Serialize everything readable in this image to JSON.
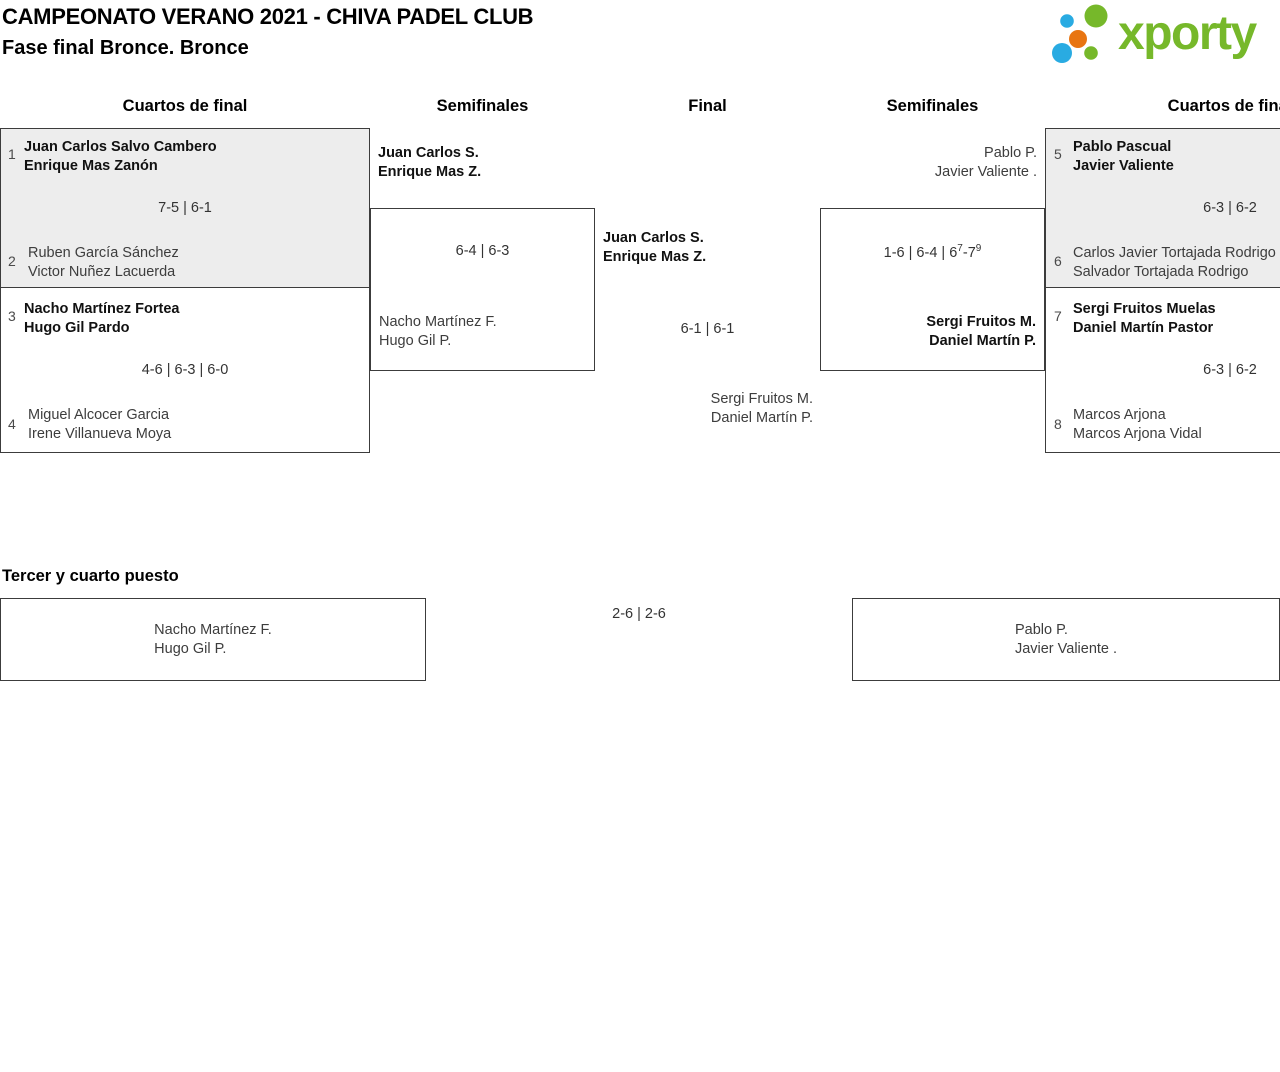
{
  "header": {
    "title": "CAMPEONATO VERANO 2021 - CHIVA PADEL CLUB",
    "subtitle": "Fase final Bronce. Bronce"
  },
  "logo": {
    "text": "xporty",
    "green": "#76b82a",
    "blue": "#29abe2",
    "orange": "#e87511"
  },
  "column_headers": {
    "qf_left": "Cuartos de final",
    "sf_left": "Semifinales",
    "final": "Final",
    "sf_right": "Semifinales",
    "qf_right": "Cuartos de final"
  },
  "quarterfinals_left": [
    {
      "seed_top": "1",
      "team_top": {
        "line1": "Juan Carlos Salvo Cambero",
        "line2": "Enrique Mas Zanón",
        "winner": true
      },
      "score": "7-5 | 6-1",
      "seed_bottom": "2",
      "team_bottom": {
        "line1": "Ruben García Sánchez",
        "line2": "Victor Nuñez Lacuerda",
        "winner": false
      }
    },
    {
      "seed_top": "3",
      "team_top": {
        "line1": "Nacho Martínez Fortea",
        "line2": "Hugo Gil Pardo",
        "winner": true
      },
      "score": "4-6 | 6-3 | 6-0",
      "seed_bottom": "4",
      "team_bottom": {
        "line1": "Miguel Alcocer Garcia",
        "line2": "Irene Villanueva Moya",
        "winner": false
      }
    }
  ],
  "quarterfinals_right": [
    {
      "seed_top": "5",
      "team_top": {
        "line1": "Pablo Pascual",
        "line2": "Javier Valiente",
        "winner": true
      },
      "score": "6-3 | 6-2",
      "seed_bottom": "6",
      "team_bottom": {
        "line1": "Carlos Javier Tortajada Rodrigo",
        "line2": "Salvador Tortajada Rodrigo",
        "winner": false
      }
    },
    {
      "seed_top": "7",
      "team_top": {
        "line1": "Sergi Fruitos Muelas",
        "line2": "Daniel Martín Pastor",
        "winner": true
      },
      "score": "6-3 | 6-2",
      "seed_bottom": "8",
      "team_bottom": {
        "line1": "Marcos Arjona",
        "line2": "Marcos Arjona Vidal",
        "winner": false
      }
    }
  ],
  "semifinal_left": {
    "team_top": {
      "line1": "Juan Carlos S.",
      "line2": "Enrique Mas Z.",
      "winner": true
    },
    "score": "6-4 | 6-3",
    "team_bottom": {
      "line1": "Nacho Martínez F.",
      "line2": "Hugo Gil P.",
      "winner": false
    }
  },
  "semifinal_right": {
    "team_top": {
      "line1": "Pablo P.",
      "line2": "Javier Valiente .",
      "winner": false
    },
    "score": {
      "main": "1-6 | 6-4 | 6",
      "sup1": "7",
      "mid": "-7",
      "sup2": "9"
    },
    "team_bottom": {
      "line1": "Sergi Fruitos M.",
      "line2": "Daniel Martín P.",
      "winner": true
    }
  },
  "final": {
    "team_top": {
      "line1": "Juan Carlos S.",
      "line2": "Enrique Mas Z.",
      "winner": true
    },
    "score": "6-1 | 6-1",
    "team_bottom": {
      "line1": "Sergi Fruitos M.",
      "line2": "Daniel Martín P.",
      "winner": false
    }
  },
  "third_place": {
    "heading": "Tercer y cuarto puesto",
    "team_left": {
      "line1": "Nacho Martínez F.",
      "line2": "Hugo Gil P."
    },
    "score": "2-6 | 2-6",
    "team_right": {
      "line1": "Pablo P.",
      "line2": "Javier Valiente ."
    }
  },
  "colors": {
    "box_fill_highlight": "#ededed",
    "box_border": "#3c3c3c",
    "text_primary": "#111111",
    "text_secondary": "#3d3d3d",
    "seed": "#4a4a4a"
  }
}
